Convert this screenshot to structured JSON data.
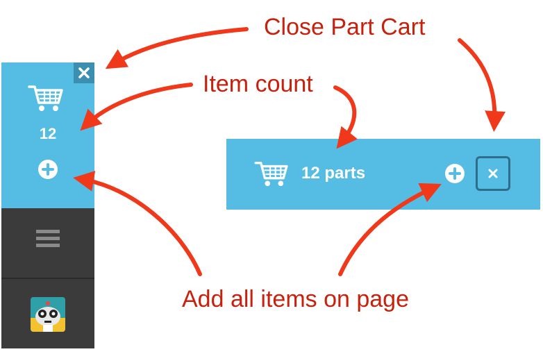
{
  "sidebar": {
    "count": "12"
  },
  "bar": {
    "count_label": "12 parts"
  },
  "annotations": {
    "close": "Close Part Cart",
    "count": "Item count",
    "add": "Add all items on page"
  },
  "icons": {
    "cart": "cart-icon",
    "close": "close-icon",
    "add": "plus-circle-icon",
    "menu": "hamburger-menu-icon",
    "app": "app-logo-icon"
  },
  "colors": {
    "panel_blue": "#55bde3",
    "close_blue": "#3d8fb0",
    "dark_panel": "#3b3b3b",
    "annotation_red": "#c8200c",
    "arrow_red": "#f0381a"
  }
}
